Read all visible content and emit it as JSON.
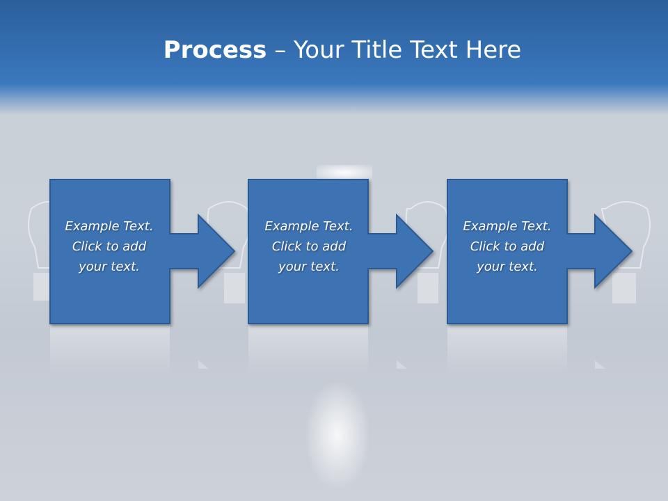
{
  "title": {
    "strong": "Process",
    "dash": " – ",
    "rest": "Your Title Text Here"
  },
  "steps": [
    {
      "line1": "Example Text.",
      "line2": "Click  to add",
      "line3": "your text."
    },
    {
      "line1": "Example Text.",
      "line2": "Click  to add",
      "line3": "your text."
    },
    {
      "line1": "Example Text.",
      "line2": "Click  to add",
      "line3": "your text."
    }
  ],
  "colors": {
    "box_fill": "#3d72b3",
    "box_stroke": "#2a5a94",
    "title_bar": "#3a78bd"
  }
}
